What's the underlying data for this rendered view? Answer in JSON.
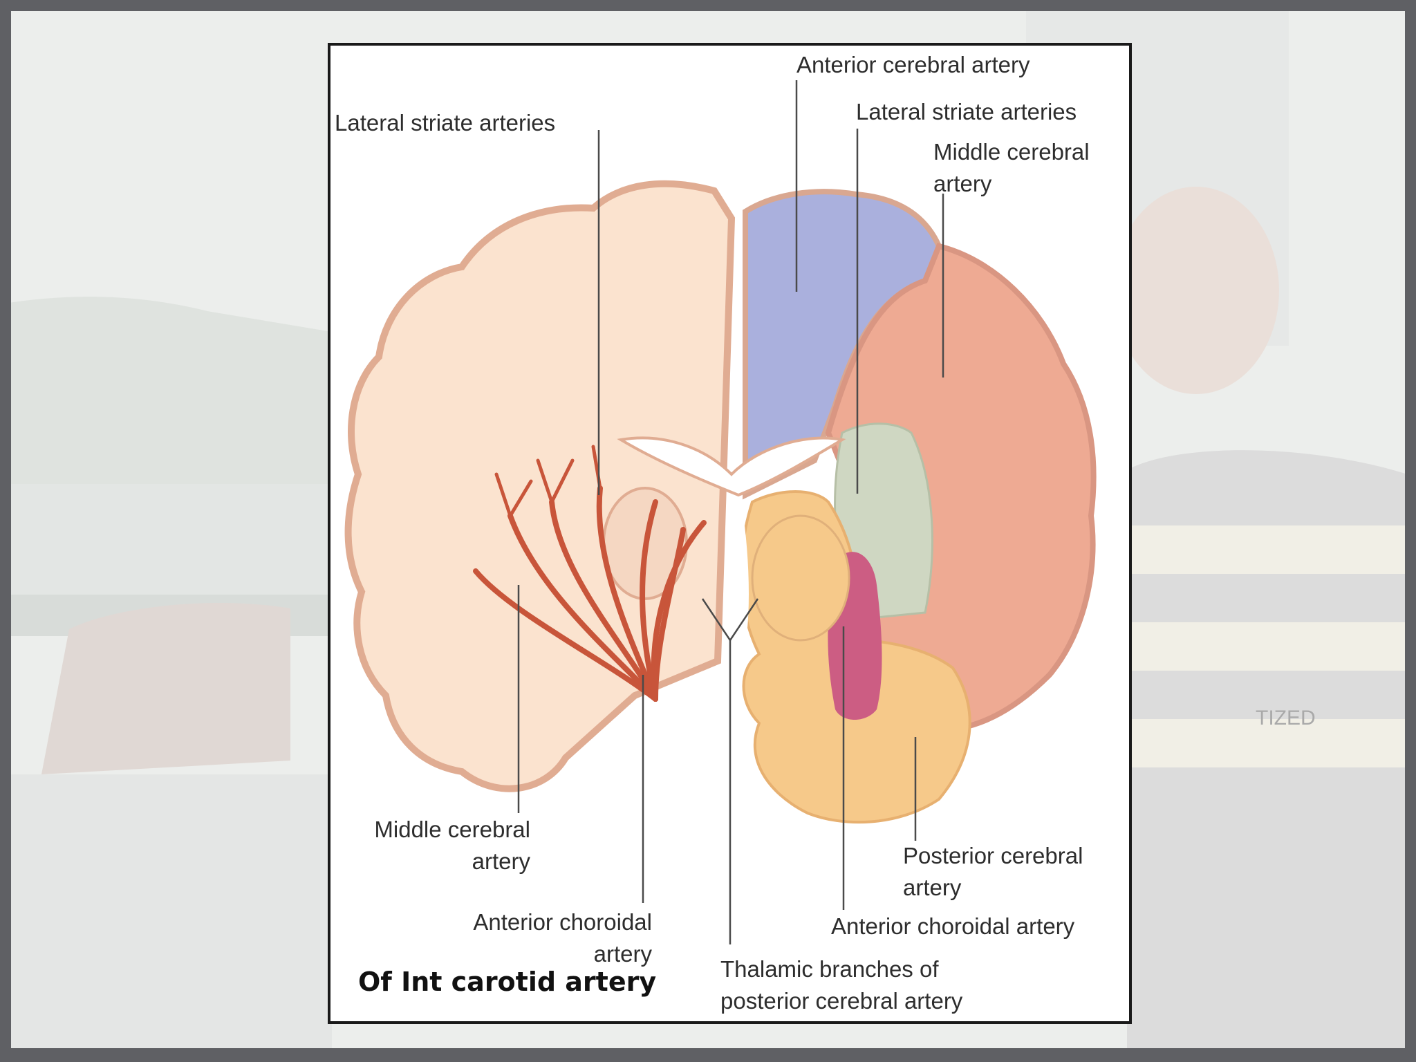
{
  "labels": {
    "anterior_cerebral_artery": "Anterior cerebral artery",
    "lateral_striate_left": "Lateral striate arteries",
    "lateral_striate_right": "Lateral striate arteries",
    "middle_cerebral_right_line1": "Middle cerebral",
    "middle_cerebral_right_line2": "artery",
    "middle_cerebral_left_line1": "Middle cerebral",
    "middle_cerebral_left_line2": "artery",
    "anterior_choroidal_left_line1": "Anterior choroidal",
    "anterior_choroidal_left_line2": "artery",
    "posterior_cerebral_line1": "Posterior cerebral",
    "posterior_cerebral_line2": "artery",
    "anterior_choroidal_right": "Anterior choroidal artery",
    "thalamic_line1": "Thalamic branches of",
    "thalamic_line2": "posterior cerebral artery",
    "caption": "Of  Int carotid artery"
  },
  "background_shirt_text": "TIZED",
  "colors": {
    "left_hemisphere": "#fbe3cf",
    "cortex_outline": "#e0ac92",
    "anterior_cerebral_territory": "#aab0dd",
    "middle_cerebral_territory": "#eeaa93",
    "anterior_choroidal_territory": "#cfd7c2",
    "posterior_cerebral_territory": "#f6c98a",
    "thalamic_branch_region": "#cc5d83",
    "striate_arteries": "#c8553a",
    "frame": "#5f6064"
  }
}
